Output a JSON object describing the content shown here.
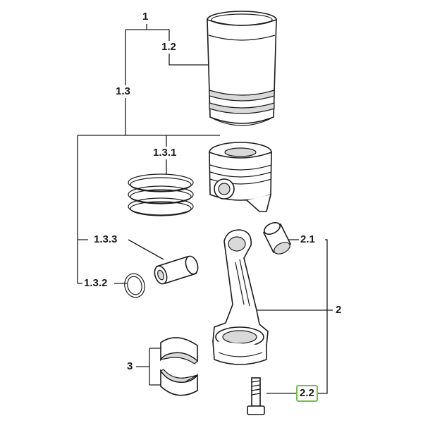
{
  "callouts": {
    "c1": "1",
    "c1_2": "1.2",
    "c1_3": "1.3",
    "c1_3_1": "1.3.1",
    "c1_3_3": "1.3.3",
    "c1_3_2": "1.3.2",
    "c2_1": "2.1",
    "c2": "2",
    "c3": "3",
    "c2_2": "2.2"
  },
  "colors": {
    "line": "#1a1a1a",
    "highlight_border": "#6cc24a",
    "shade": "#d9d9d9"
  }
}
